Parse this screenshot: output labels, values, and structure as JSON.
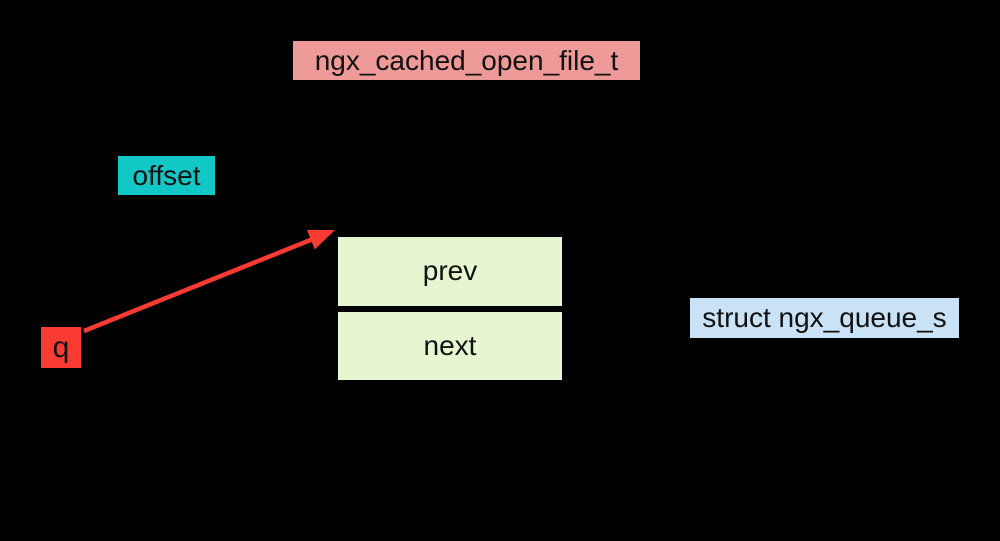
{
  "canvas": {
    "background": "#000000",
    "text_color": "#111111"
  },
  "labels": {
    "title": {
      "text": "ngx_cached_open_file_t",
      "bg": "#ED9A98"
    },
    "offset": {
      "text": "offset",
      "bg": "#12C8C6"
    },
    "q": {
      "text": "q",
      "bg": "#FA3B34"
    },
    "queue_struct": {
      "text": "struct ngx_queue_s",
      "bg": "#C9E2F6"
    }
  },
  "table": {
    "bg": "#E5F6D1",
    "border_color": "#000000",
    "cells": [
      {
        "label": "prev"
      },
      {
        "label": "next"
      }
    ]
  },
  "arrow": {
    "color": "#FA3B34",
    "from": "q",
    "to": "queue-table-top-left"
  }
}
